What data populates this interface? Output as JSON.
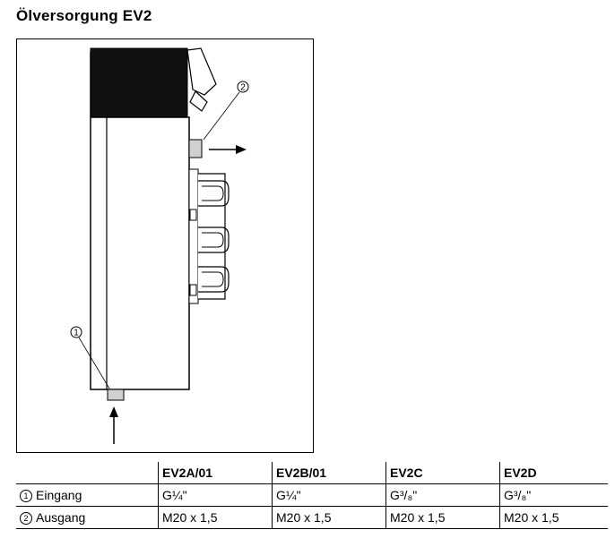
{
  "title": "Ölversorgung EV2",
  "figure": {
    "callout_1": "1",
    "callout_2": "2"
  },
  "table": {
    "columns": [
      "",
      "EV2A/01",
      "EV2B/01",
      "EV2C",
      "EV2D"
    ],
    "rows": [
      {
        "marker": "1",
        "label": "Eingang",
        "values": [
          "G¼\"",
          "G¼\"",
          "G³/₈\"",
          "G³/₈\""
        ]
      },
      {
        "marker": "2",
        "label": "Ausgang",
        "values": [
          "M20 x 1,5",
          "M20 x 1,5",
          "M20 x 1,5",
          "M20 x 1,5"
        ]
      }
    ]
  }
}
